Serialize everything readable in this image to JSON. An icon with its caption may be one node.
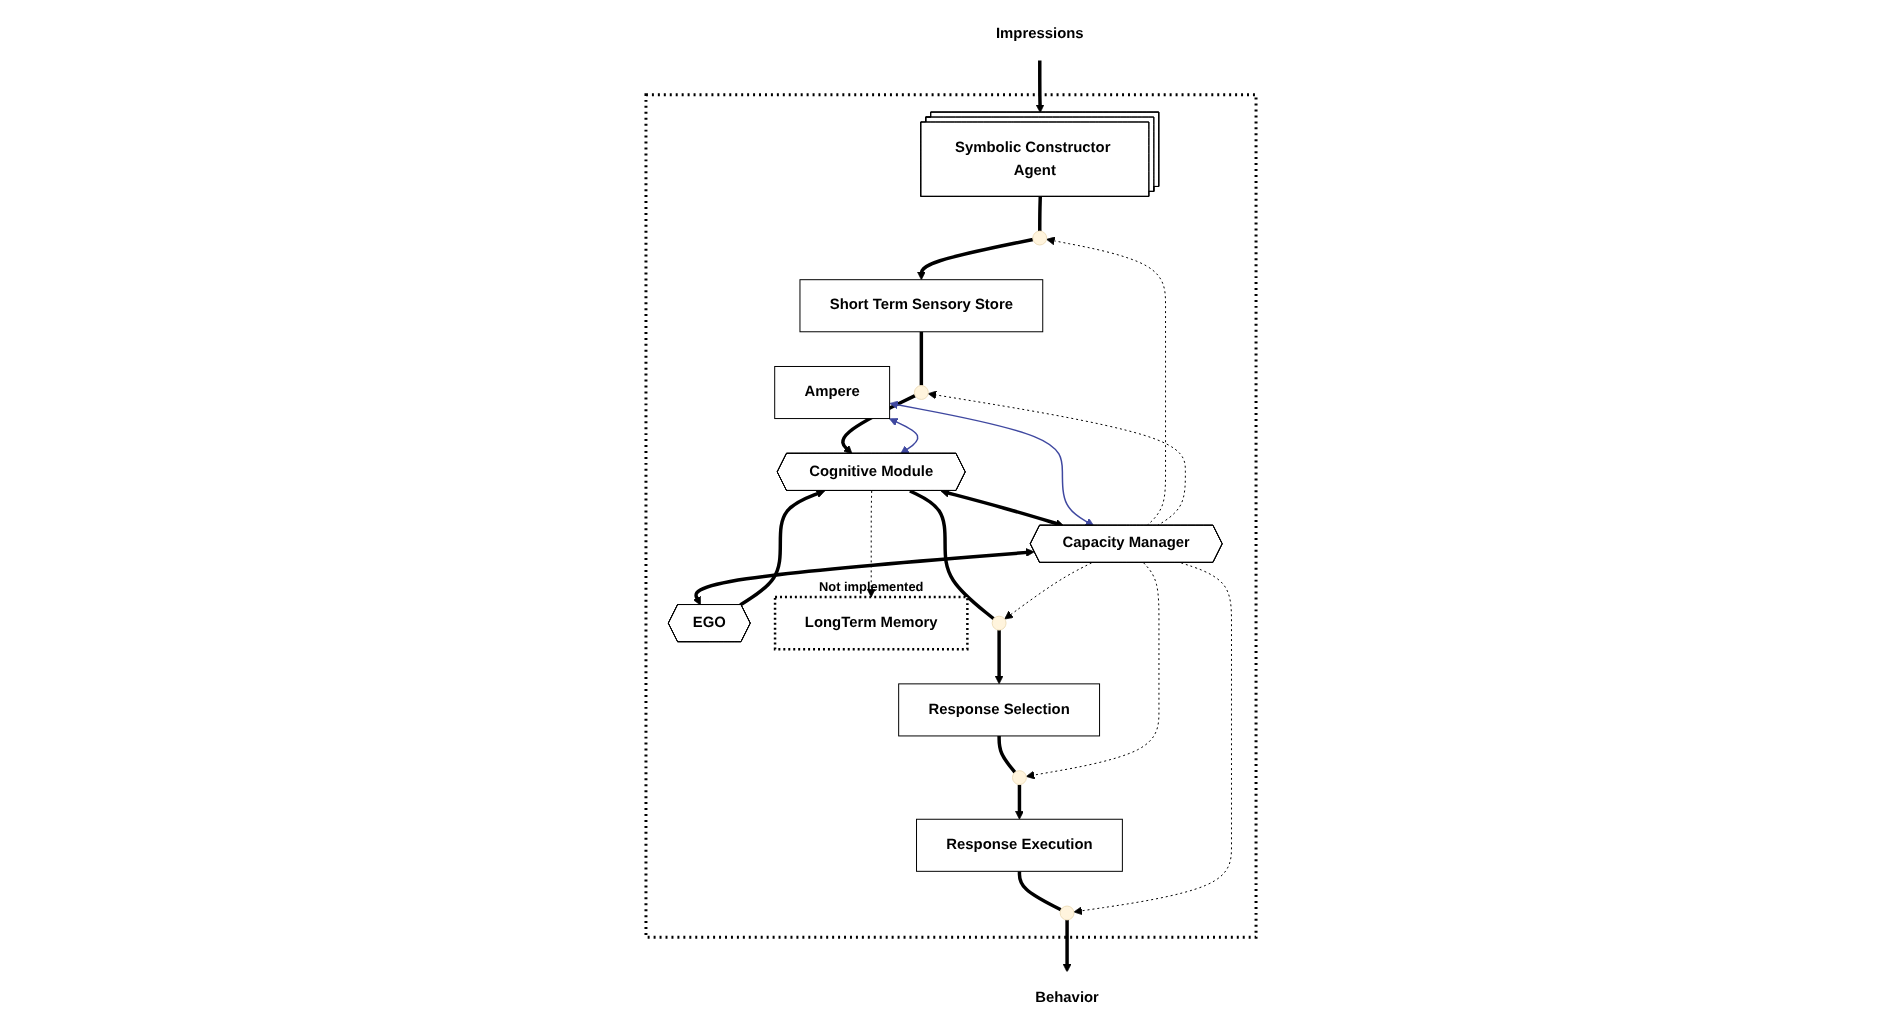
{
  "diagram": {
    "nodes": [
      {
        "text": [],
        "shape": "box"
      },
      {
        "text": [
          "Impressions"
        ]
      },
      {
        "text": [
          "Symbolic Constructor Agent"
        ],
        "in": 0
      },
      {
        "text": [
          "Capacity Manager"
        ],
        "in": 0
      },
      {
        "text": [],
        "shape": "circle",
        "in": 0
      },
      {
        "text": [
          "Ampere"
        ],
        "in": 0
      },
      {
        "text": [
          "EGO"
        ],
        "in": 0
      },
      {
        "text": [
          "Short Term Sensory Store"
        ],
        "in": 0
      },
      {
        "text": [],
        "shape": "circle",
        "in": 0
      },
      {
        "text": [
          "Cognitive Module"
        ],
        "in": 0
      },
      {
        "text": [
          "LongTerm Memory"
        ],
        "beside": [
          "Not implemented"
        ],
        "in": 0
      },
      {
        "text": [
          "Behavior"
        ]
      },
      {
        "text": [],
        "shape": "circle",
        "in": 0
      },
      {
        "text": [
          "Response Selection"
        ],
        "in": 0
      },
      {
        "text": [],
        "shape": "circle",
        "in": 0
      },
      {
        "text": [
          "Response Execution"
        ],
        "in": 0
      },
      {
        "text": [],
        "shape": "circle",
        "in": 0
      }
    ],
    "edges": [
      {
        "from": 1,
        "to": 2,
        "arrow": "to"
      },
      {
        "from": 2,
        "to": 4,
        "arrow": "none"
      },
      {
        "from": 4,
        "to": 7,
        "arrow": "to"
      },
      {
        "from": 7,
        "to": 8,
        "arrow": "none"
      },
      {
        "from": 8,
        "to": 9,
        "arrow": "to"
      },
      {
        "from": 9,
        "to": 3,
        "arrow": "both"
      },
      {
        "from": 3,
        "to": 6,
        "arrow": "both"
      },
      {
        "from": 6,
        "to": 9,
        "arrow": "to"
      },
      {
        "from": 5,
        "to": 3,
        "arrow": "both",
        "color": "#3f48a0"
      },
      {
        "from": 5,
        "to": 9,
        "arrow": "both",
        "color": "#3f48a0"
      },
      {
        "from": 9,
        "to": 10,
        "arrow": "to",
        "style": "dashed"
      },
      {
        "from": 9,
        "to": 12,
        "arrow": "none"
      },
      {
        "from": 12,
        "to": 13,
        "arrow": "to"
      },
      {
        "from": 13,
        "to": 14,
        "arrow": "none"
      },
      {
        "from": 14,
        "to": 15,
        "arrow": "to"
      },
      {
        "from": 15,
        "to": 16,
        "arrow": "none"
      },
      {
        "from": 16,
        "to": 11,
        "arrow": "to"
      },
      {
        "from": 3,
        "to": 4,
        "arrow": "to",
        "style": "dashed"
      },
      {
        "from": 3,
        "to": 8,
        "arrow": "to",
        "style": "dashed"
      },
      {
        "from": 3,
        "to": 12,
        "arrow": "to",
        "style": "dashed"
      },
      {
        "from": 3,
        "to": 14,
        "arrow": "to",
        "style": "dashed"
      },
      {
        "from": 3,
        "to": 16,
        "arrow": "to",
        "style": "dashed"
      }
    ]
  }
}
